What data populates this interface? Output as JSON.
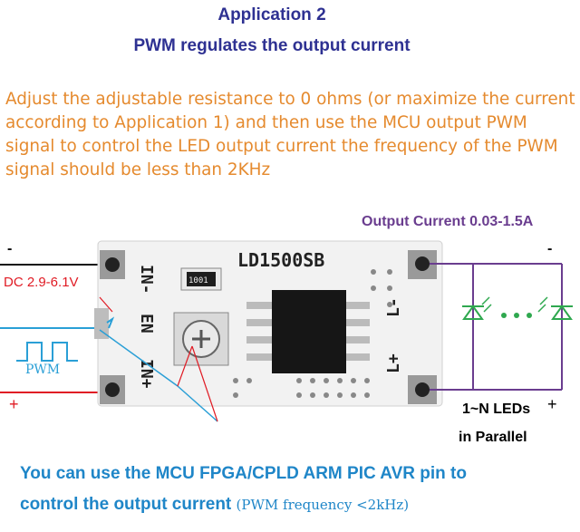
{
  "title": "Application 2",
  "subtitle": "PWM regulates the output current",
  "description": "Adjust the adjustable resistance to 0 ohms (or maximize the current according to Application 1) and then use the MCU output PWM signal to control the LED output current the frequency of the PWM signal should be less than 2KHz",
  "labels": {
    "output_current": "Output Current 0.03-1.5A",
    "dc_input": "DC 2.9-6.1V",
    "minus_left": "-",
    "plus_left": "+",
    "minus_right": "-",
    "plus_right": "+",
    "pwm": "PWM",
    "leds": "1~N LEDs",
    "parallel": "in Parallel"
  },
  "board": {
    "model": "LD1500SB",
    "resistor_code": "1001",
    "pin_in_minus": "IN-",
    "pin_en": "EN",
    "pin_in_plus": "IN+",
    "pin_l_minus": "L-",
    "pin_l_plus": "L+"
  },
  "footer": {
    "line1": "You can use the MCU FPGA/CPLD ARM PIC AVR  pin to",
    "line2_main": "control the output current",
    "line2_note": "(PWM frequency <2kHz)"
  },
  "colors": {
    "title": "#2e3192",
    "description": "#e58a2e",
    "input_wire": "#e01b24",
    "signal_wire": "#2a9fd6",
    "output_wire": "#6a3d8f",
    "led": "#2fa84f",
    "board": "#f2f2f2"
  }
}
